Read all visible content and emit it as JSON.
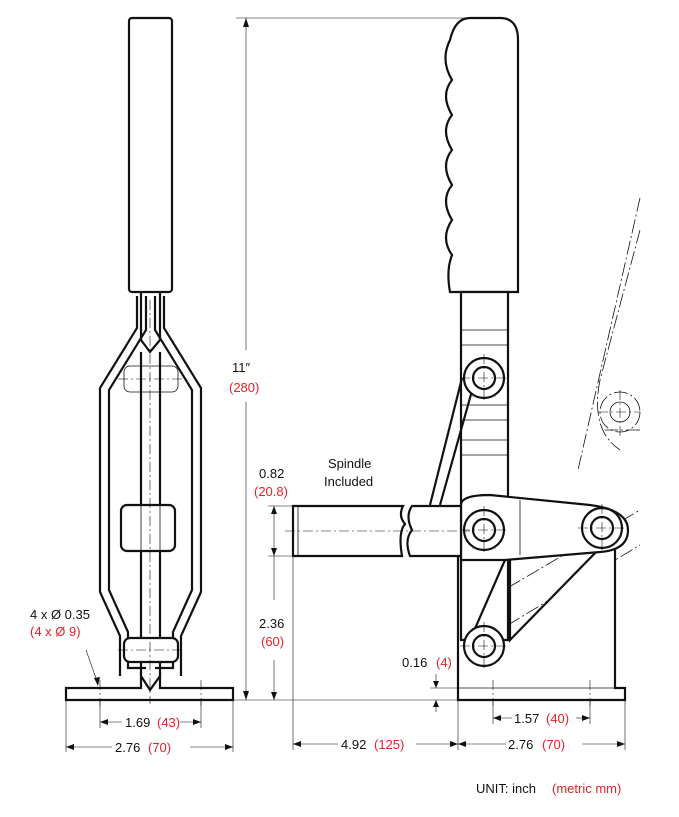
{
  "dimensions": {
    "height": {
      "inch": "11″",
      "metric": "(280)"
    },
    "spindle_dia": {
      "inch": "0.82",
      "metric": "(20.8)"
    },
    "spindle_height": {
      "inch": "2.36",
      "metric": "(60)"
    },
    "base_thickness": {
      "inch": "0.16",
      "metric": "(4)"
    },
    "holes": {
      "inch": "4 x Ø 0.35",
      "metric": "(4 x Ø 9)"
    },
    "side_hole_spacing": {
      "inch": "1.69",
      "metric": "(43)"
    },
    "side_base_width": {
      "inch": "2.76",
      "metric": "(70)"
    },
    "front_hole_spacing": {
      "inch": "1.57",
      "metric": "(40)"
    },
    "reach": {
      "inch": "4.92",
      "metric": "(125)"
    },
    "front_base_width": {
      "inch": "2.76",
      "metric": "(70)"
    }
  },
  "labels": {
    "spindle_line1": "Spindle",
    "spindle_line2": "Included",
    "unit_prefix": "UNIT: inch",
    "unit_metric": "(metric mm)"
  },
  "colors": {
    "ink": "#111111",
    "metric": "#e8202a"
  }
}
